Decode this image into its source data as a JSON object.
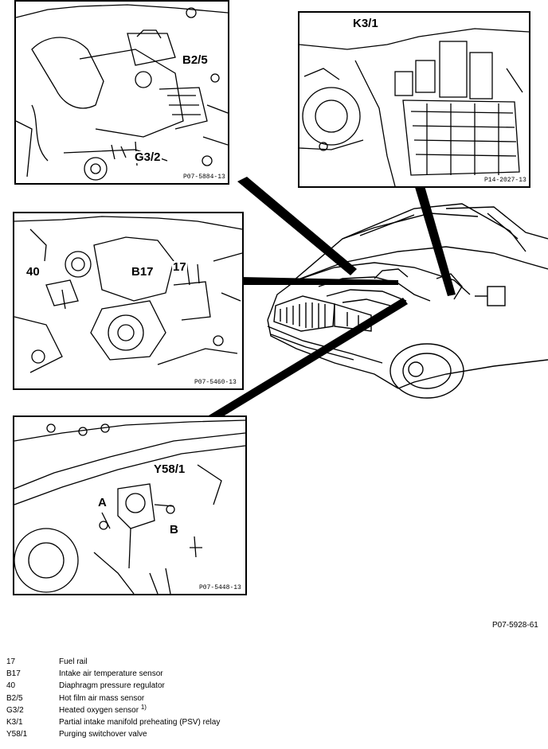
{
  "panels": {
    "top_left": {
      "labels": [
        "B2/5",
        "G3/2"
      ],
      "code": "P07-5884-13"
    },
    "top_right": {
      "labels": [
        "K3/1"
      ],
      "code": "P14-2027-13"
    },
    "middle_left": {
      "labels": [
        "40",
        "B17",
        "17"
      ],
      "code": "P07-5460-13"
    },
    "bottom_left": {
      "labels": [
        "Y58/1",
        "A",
        "B"
      ],
      "code": "P07-5448-13"
    }
  },
  "figure_code": "P07-5928-61",
  "legend": [
    {
      "key": "17",
      "desc": "Fuel rail",
      "note": ""
    },
    {
      "key": "B17",
      "desc": "Intake air temperature sensor",
      "note": ""
    },
    {
      "key": "40",
      "desc": "Diaphragm pressure regulator",
      "note": ""
    },
    {
      "key": "B2/5",
      "desc": "Hot film air mass sensor",
      "note": ""
    },
    {
      "key": "G3/2",
      "desc": "Heated oxygen sensor",
      "note": "1)"
    },
    {
      "key": "K3/1",
      "desc": "Partial intake manifold preheating (PSV) relay",
      "note": ""
    },
    {
      "key": "Y58/1",
      "desc": "Purging switchover valve",
      "note": ""
    }
  ]
}
